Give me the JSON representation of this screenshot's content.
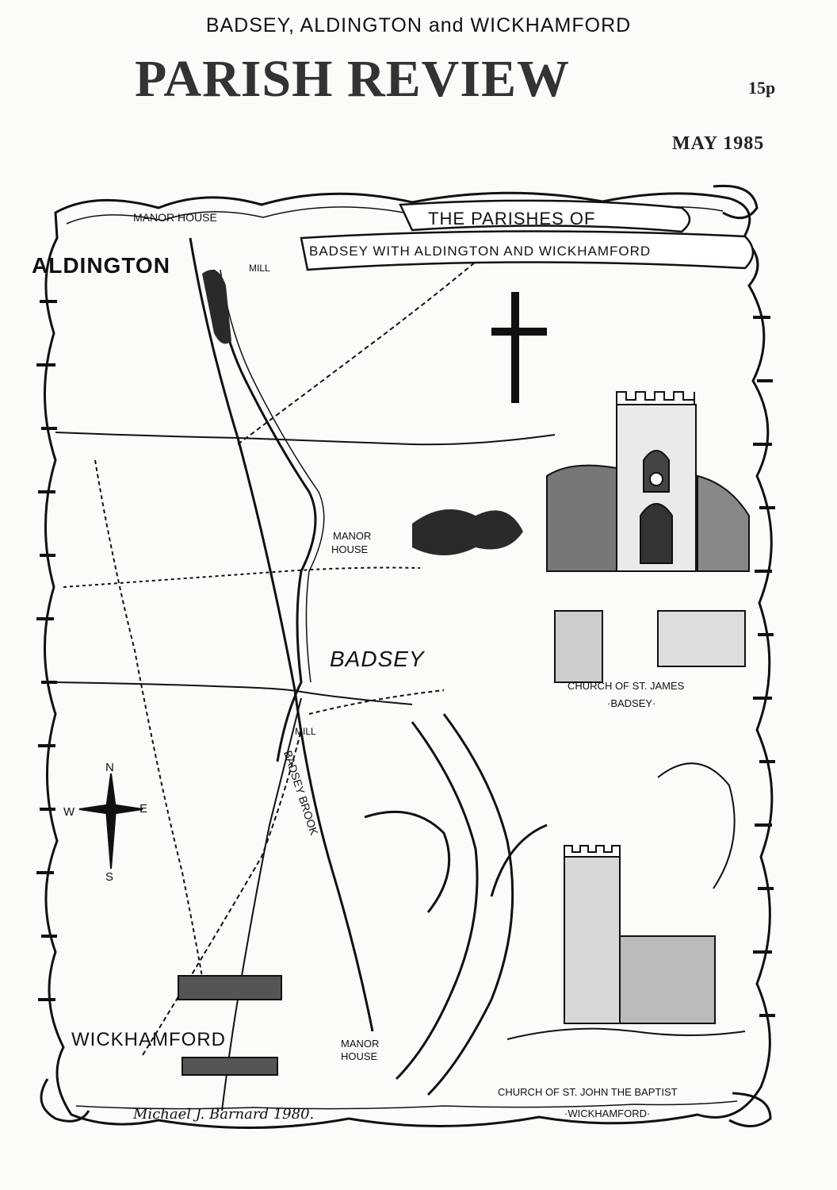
{
  "header": {
    "top_line": "BADSEY, ALDINGTON and WICKHAMFORD",
    "title": "PARISH REVIEW",
    "price": "15p",
    "date": "MAY 1985"
  },
  "map": {
    "banner_line1": "THE PARISHES OF",
    "banner_line2": "BADSEY WITH ALDINGTON AND WICKHAMFORD",
    "labels": {
      "manor_house_top": "MANOR HOUSE",
      "aldington": "ALDINGTON",
      "mill_top": "MILL",
      "manor_house_mid_1": "MANOR",
      "manor_house_mid_2": "HOUSE",
      "badsey": "BADSEY",
      "mill_mid": "MILL",
      "badsey_brook": "BADSEY BROOK",
      "wickhamford": "WICKHAMFORD",
      "manor_house_low_1": "MANOR",
      "manor_house_low_2": "HOUSE",
      "church_st_james_1": "CHURCH OF ST. JAMES",
      "church_st_james_2": "·BADSEY·",
      "church_st_john_1": "CHURCH OF ST. JOHN THE BAPTIST",
      "church_st_john_2": "·WICKHAMFORD·",
      "compass_n": "N",
      "compass_s": "S",
      "compass_e": "E",
      "compass_w": "W"
    },
    "signature": "Michael J. Barnard 1980."
  },
  "colors": {
    "ink": "#111111",
    "paper": "#fbfbf8",
    "shade": "#555555"
  }
}
